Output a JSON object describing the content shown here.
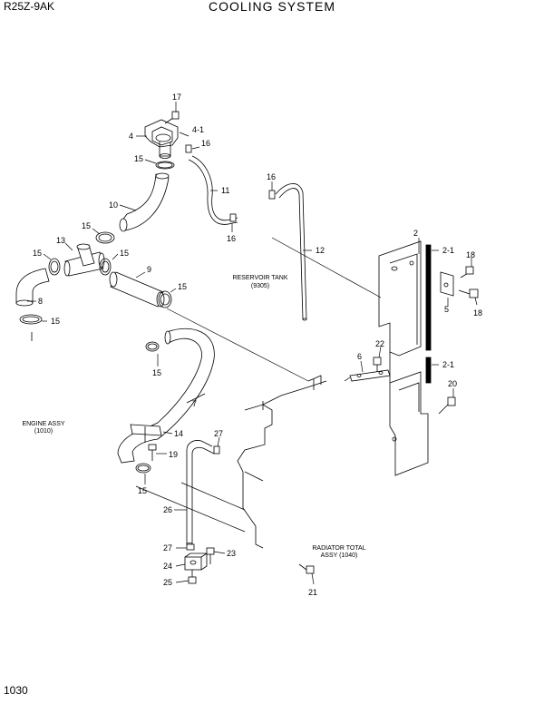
{
  "header": {
    "model": "R25Z-9AK",
    "title": "COOLING SYSTEM"
  },
  "footer": {
    "page_number": "1030"
  },
  "notes": {
    "reservoir_tank": [
      "RESERVOIR TANK",
      "(9305)"
    ],
    "engine_assy": [
      "ENGINE ASSY",
      "(1010)"
    ],
    "radiator_total": [
      "RADIATOR TOTAL",
      "ASSY (1040)"
    ]
  },
  "callouts": {
    "c17": "17",
    "c4": "4",
    "c4_1": "4-1",
    "c16a": "16",
    "c15a": "15",
    "c11": "11",
    "c10": "10",
    "c16b": "16",
    "c16c": "16",
    "c15b": "15",
    "c12": "12",
    "c13": "13",
    "c15c": "15",
    "c15d": "15",
    "c9": "9",
    "c8": "8",
    "c15e": "15",
    "c15f": "15",
    "c2": "2",
    "c2_1a": "2-1",
    "c18a": "18",
    "c5": "5",
    "c18b": "18",
    "c15g": "15",
    "c22": "22",
    "c6": "6",
    "c2_1b": "2-1",
    "c20": "20",
    "c7": "7",
    "c14": "14",
    "c27a": "27",
    "c19": "19",
    "c15h": "15",
    "c26": "26",
    "c27b": "27",
    "c23": "23",
    "c24": "24",
    "c25": "25",
    "c21": "21"
  }
}
